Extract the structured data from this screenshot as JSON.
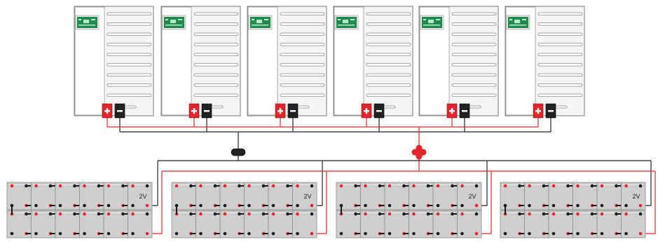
{
  "diagram": {
    "inverters": [
      {
        "id": 1,
        "pos_label": "+",
        "neg_label": "–"
      },
      {
        "id": 2,
        "pos_label": "+",
        "neg_label": "–"
      },
      {
        "id": 3,
        "pos_label": "+",
        "neg_label": "–"
      },
      {
        "id": 4,
        "pos_label": "+",
        "neg_label": "–"
      },
      {
        "id": 5,
        "pos_label": "+",
        "neg_label": "–"
      },
      {
        "id": 6,
        "pos_label": "+",
        "neg_label": "–"
      }
    ],
    "battery_banks": [
      {
        "id": 1,
        "voltage_label": "2V",
        "cells_per_row": 6,
        "rows": 2
      },
      {
        "id": 2,
        "voltage_label": "2V",
        "cells_per_row": 6,
        "rows": 2
      },
      {
        "id": 3,
        "voltage_label": "2V",
        "cells_per_row": 6,
        "rows": 2
      },
      {
        "id": 4,
        "voltage_label": "2V",
        "cells_per_row": 6,
        "rows": 2
      }
    ],
    "colors": {
      "positive": "#e3262c",
      "negative": "#222222",
      "display": "#1f8a4c",
      "battery": "#cfcfcf"
    },
    "icons": {
      "positive_junction": "plus-junction-icon",
      "negative_junction": "minus-junction-icon"
    }
  }
}
